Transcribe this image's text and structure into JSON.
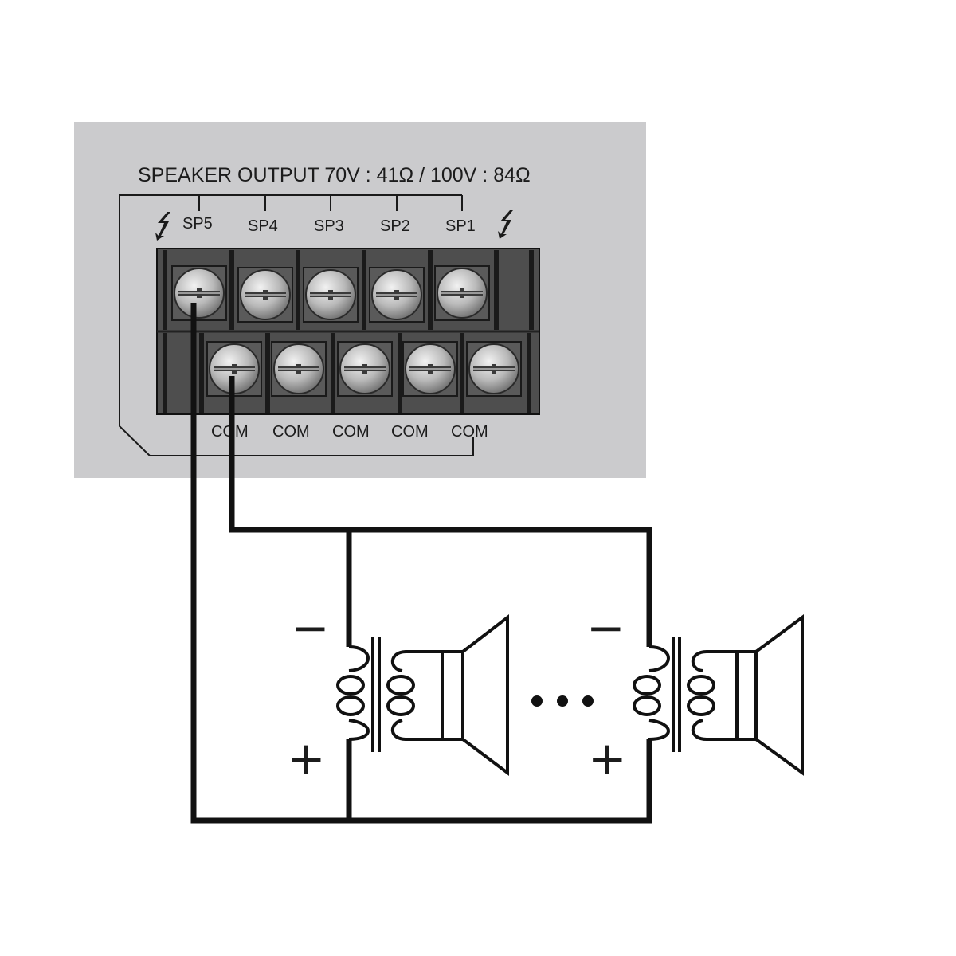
{
  "panel": {
    "title": "SPEAKER OUTPUT  70V : 41Ω / 100V :  84Ω",
    "top_terminals": [
      "SP5",
      "SP4",
      "SP3",
      "SP2",
      "SP1"
    ],
    "bottom_terminals": [
      "COM",
      "COM",
      "COM",
      "COM",
      "COM"
    ]
  },
  "speakers": {
    "minus_label": "−",
    "plus_label": "+"
  },
  "icons": {
    "left_warning": "lightning-bolt-icon",
    "right_warning": "lightning-bolt-icon",
    "ellipsis": "ellipsis-dots-icon"
  }
}
